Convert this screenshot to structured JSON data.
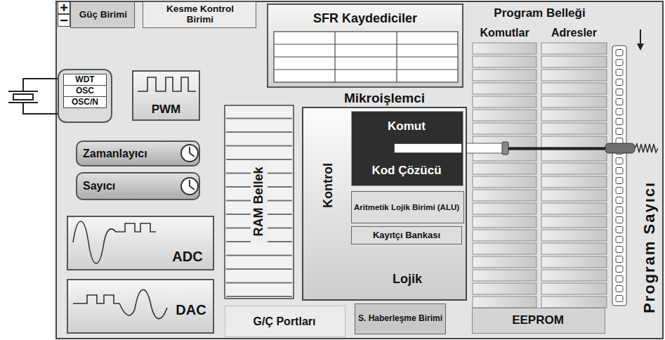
{
  "diagram": {
    "nodes": [
      {
        "text": [
          "Güç Birimi"
        ]
      },
      {
        "text": [
          "Kesme Kontrol Birimi"
        ]
      },
      {
        "text": [
          "SFR Kaydediciler"
        ]
      },
      {
        "text": [
          "Komutlar"
        ]
      },
      {
        "text": [
          "Adresler"
        ]
      },
      {
        "text": [
          "WDT",
          "OSC",
          "OSC/N"
        ]
      },
      {
        "text": [
          "PWM"
        ]
      },
      {
        "text": [
          "Mikroişlemci",
          "Kontrol",
          "Lojik"
        ]
      },
      {
        "text": [
          "Komut",
          "Kod Çözücü"
        ],
        "in": 7
      },
      {
        "text": [
          "Aritmetik Lojik Birimi (ALU)"
        ],
        "in": 7
      },
      {
        "text": [
          "Kayıtçı Bankası"
        ],
        "in": 7
      },
      {
        "text": [
          "Zamanlayıcı"
        ]
      },
      {
        "text": [
          "Sayıcı"
        ]
      },
      {
        "text": [
          "RAM Bellek"
        ]
      },
      {
        "text": [
          "Program Sayıcı"
        ]
      },
      {
        "text": [
          "ADC"
        ]
      },
      {
        "text": [
          "DAC"
        ]
      },
      {
        "text": [
          "G/Ç Portları"
        ]
      },
      {
        "text": [
          "S. Haberleşme Birimi"
        ]
      },
      {
        "text": [
          "EEPROM"
        ]
      }
    ],
    "edges": [
      {
        "from": 8,
        "to": 14,
        "arrow": "none"
      }
    ],
    "labels": [
      "+",
      "−",
      "Program Belleği"
    ]
  }
}
